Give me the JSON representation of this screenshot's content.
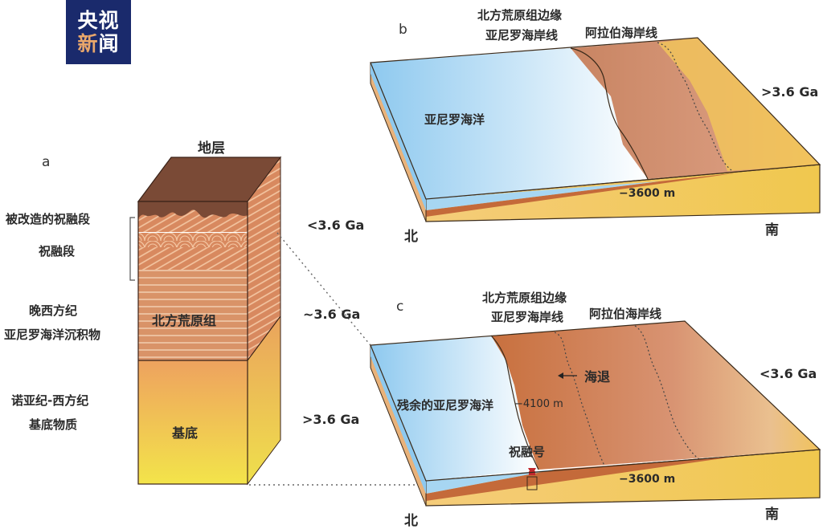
{
  "logo": {
    "line1": "央视",
    "line2a": "新",
    "line2b": "闻"
  },
  "panel_a": {
    "label": "a",
    "title": "地层",
    "left_labels": {
      "modified_zhurong": "被改造的祝融段",
      "zhurong": "祝融段",
      "late_hesperian": "晚西方纪",
      "utopia_sediments": "亚尼罗海洋沉积物",
      "noachian_hesperian": "诺亚纪-西方纪",
      "basement_material": "基底物质"
    },
    "block_labels": {
      "vastitas": "北方荒原组",
      "basement": "基底"
    },
    "ages": {
      "top": "<3.6 Ga",
      "middle": "~3.6 Ga",
      "bottom": ">3.6 Ga"
    }
  },
  "panel_b": {
    "label": "b",
    "coast1_line1": "北方荒原组边缘",
    "coast1_line2": "亚尼罗海岸线",
    "coast2": "阿拉伯海岸线",
    "ocean": "亚尼罗海洋",
    "depth": "−3600 m",
    "age": ">3.6 Ga",
    "north": "北",
    "south": "南"
  },
  "panel_c": {
    "label": "c",
    "coast1_line1": "北方荒原组边缘",
    "coast1_line2": "亚尼罗海岸线",
    "coast2": "阿拉伯海岸线",
    "regression": "海退",
    "remnant_ocean": "残余的亚尼罗海洋",
    "depth_deep": "−4100 m",
    "depth": "−3600 m",
    "rover": "祝融号",
    "age": "<3.6 Ga",
    "north": "北",
    "south": "南"
  },
  "colors": {
    "logo_bg": "#1a2a6c",
    "ocean_blue": "#8ec9ef",
    "ocean_light": "#e6f3fb",
    "sediment_brown": "#c9835a",
    "sand_yellow": "#f1c35c",
    "top_soil": "#7a4a36",
    "rover_arrow": "#c0272d"
  }
}
